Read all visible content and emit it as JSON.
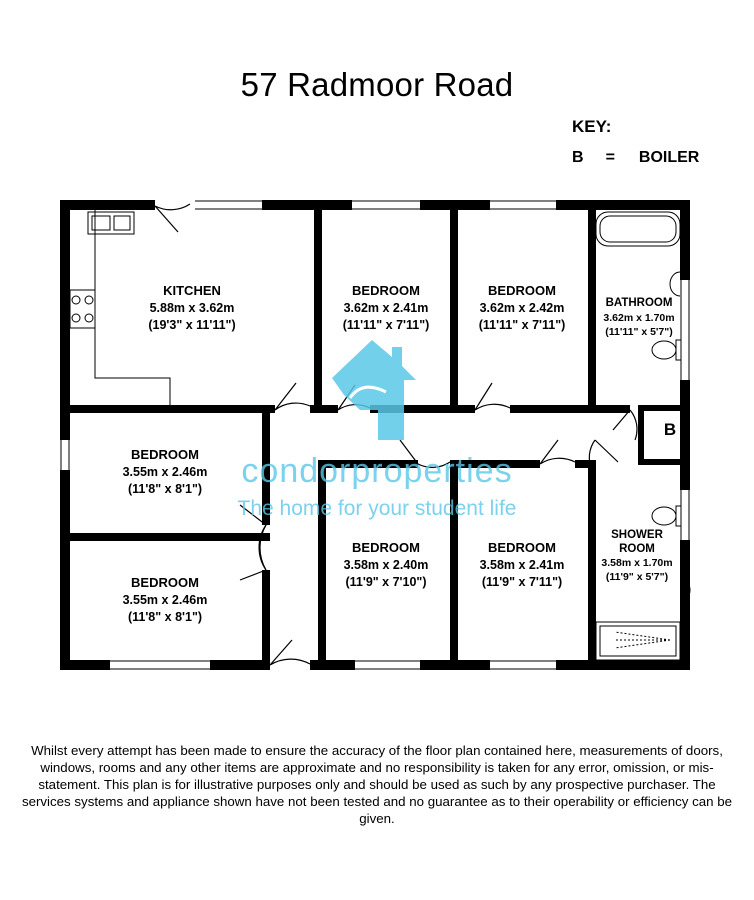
{
  "title": "57 Radmoor Road",
  "key": {
    "heading": "KEY:",
    "symbol": "B",
    "equals": "=",
    "meaning": "BOILER"
  },
  "boiler_label": "B",
  "rooms": {
    "kitchen": {
      "name": "KITCHEN",
      "metric": "5.88m x 3.62m",
      "imperial": "(19'3\" x 11'11\")"
    },
    "bedroom_top_1": {
      "name": "BEDROOM",
      "metric": "3.62m x 2.41m",
      "imperial": "(11'11\" x 7'11\")"
    },
    "bedroom_top_2": {
      "name": "BEDROOM",
      "metric": "3.62m x 2.42m",
      "imperial": "(11'11\" x 7'11\")"
    },
    "bathroom": {
      "name": "BATHROOM",
      "metric": "3.62m x 1.70m",
      "imperial": "(11'11\" x 5'7\")"
    },
    "bedroom_left_1": {
      "name": "BEDROOM",
      "metric": "3.55m x 2.46m",
      "imperial": "(11'8\" x 8'1\")"
    },
    "bedroom_left_2": {
      "name": "BEDROOM",
      "metric": "3.55m x 2.46m",
      "imperial": "(11'8\" x 8'1\")"
    },
    "bedroom_bottom_1": {
      "name": "BEDROOM",
      "metric": "3.58m x 2.40m",
      "imperial": "(11'9\" x 7'10\")"
    },
    "bedroom_bottom_2": {
      "name": "BEDROOM",
      "metric": "3.58m x 2.41m",
      "imperial": "(11'9\" x 7'11\")"
    },
    "shower_room": {
      "name_line1": "SHOWER",
      "name_line2": "ROOM",
      "metric": "3.58m x 1.70m",
      "imperial": "(11'9\" x 5'7\")"
    }
  },
  "watermark": {
    "brand": "condorproperties",
    "tagline": "The home for your student life",
    "color": "#5bc8e8"
  },
  "wall_color": "#000000",
  "disclaimer": "Whilst every attempt has been made to ensure the accuracy of the floor plan contained here, measurements of doors, windows, rooms and any other items are approximate and no responsibility is taken for any error, omission, or mis-statement. This plan is for illustrative purposes only and should be used as such by any prospective purchaser. The services systems and appliance shown have not been tested and no guarantee as to their operability or efficiency can be given."
}
